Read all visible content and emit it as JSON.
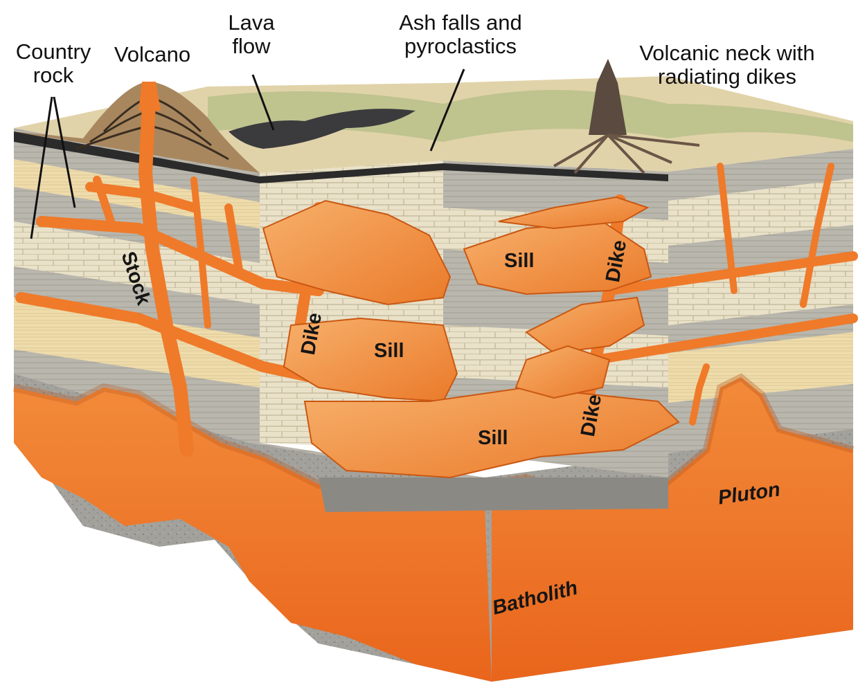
{
  "labels": {
    "country_rock": "Country\nrock",
    "volcano": "Volcano",
    "lava_flow": "Lava\nflow",
    "ash_falls": "Ash falls and\npyroclastics",
    "volcanic_neck": "Volcanic neck with\nradiating dikes",
    "stock": "Stock",
    "dike": "Dike",
    "sill": "Sill",
    "pluton": "Pluton",
    "batholith": "Batholith"
  },
  "colors": {
    "magma": "#ef7a2a",
    "magma_dark": "#c95712",
    "magma_light": "#f6a35d",
    "sandstone": "#efdcab",
    "shale": "#b9b6ad",
    "limestone": "#e9e1c8",
    "surface_grass": "#b9c08a",
    "surface_sand": "#e1d3a9",
    "bedrock": "#9a9892",
    "coal": "#2b2b2b"
  }
}
